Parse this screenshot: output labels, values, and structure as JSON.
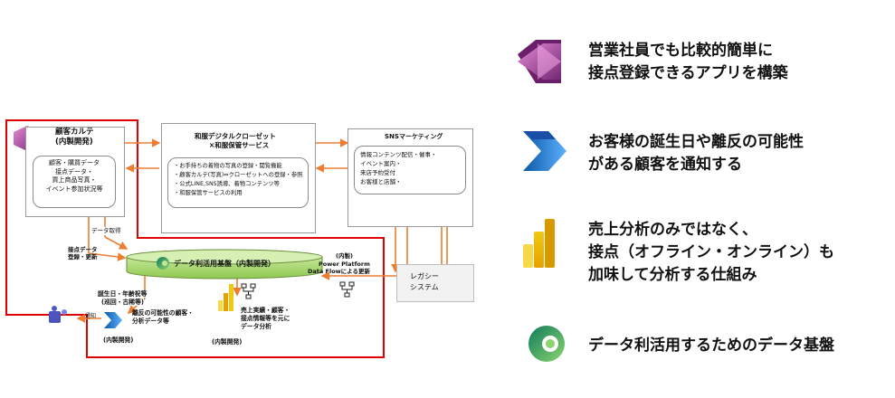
{
  "diagram": {
    "karte": {
      "title": "顧客カルテ",
      "subtitle": "(内製開発)",
      "items": [
        "顧客・購買データ",
        "接点データ・",
        "買上商品写真・",
        "イベント参加状況等"
      ]
    },
    "closet": {
      "title_line1": "和服デジタルクローゼット",
      "title_line2": "×和服保管サービス",
      "items": [
        "・お手持ちの着物の写真の登録・閲覧機能",
        "・顧客カルテ(写真)⇔クローゼットへの登録・参照",
        "・公式LINE,SNS誘導、着物コンテンツ等",
        "・和服保管サービスの利用"
      ]
    },
    "sns": {
      "title": "SNSマーケティング",
      "items": [
        "情報コンテンツ配信・催事・",
        "イベント案内・",
        "来店予約受付",
        "お客様と店舗・"
      ]
    },
    "platform_label": "データ利活用基盤（内製開発）",
    "legacy_line1": "レガシー",
    "legacy_line2": "システム",
    "labels": {
      "data_fetch": "データ取得",
      "touch_update_1": "接点データ",
      "touch_update_2": "登録・更新",
      "pp_1": "(内製)",
      "pp_2": "Power Platform",
      "pp_3": "Data Flowによる更新",
      "birthday_1": "誕生日・年齢祝等",
      "birthday_2": "(巡回・古稀等)",
      "churn_1": "離反の可能性の顧客・",
      "churn_2": "分析データ等",
      "notify": "通知",
      "inhouse_flow": "(内製開発)",
      "sales_1": "売上実績・顧客・",
      "sales_2": "接点情報等を元に",
      "sales_3": "データ分析",
      "inhouse_pbi": "(内製開発)"
    }
  },
  "legend": [
    {
      "icon": "power-apps-icon",
      "lines": [
        "営業社員でも比較的簡単に",
        "接点登録できるアプリを構築"
      ]
    },
    {
      "icon": "power-automate-icon",
      "lines": [
        "お客様の誕生日や離反の可能性",
        "がある顧客を通知する"
      ]
    },
    {
      "icon": "power-bi-icon",
      "lines": [
        "売上分析のみではなく、",
        "接点（オフライン・オンライン）も",
        "加味して分析する仕組み"
      ]
    },
    {
      "icon": "dataverse-icon",
      "lines": [
        "データ利活用するためのデータ基盤"
      ]
    }
  ],
  "colors": {
    "orange": "#ed7d31",
    "red": "#e00000",
    "green": "#92d050",
    "purple": "#b4359e",
    "blue": "#2f6fe0",
    "yellow": "#f2c811"
  }
}
